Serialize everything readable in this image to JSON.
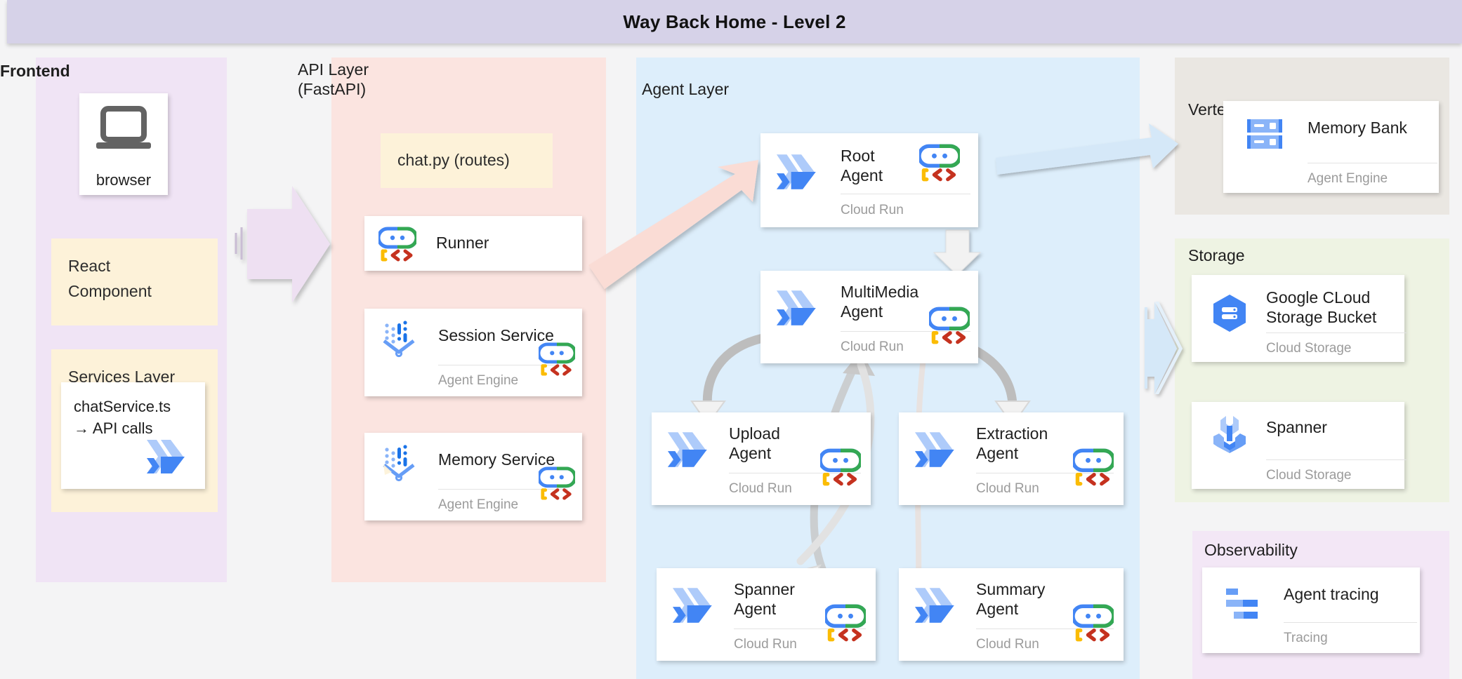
{
  "header": {
    "title": "Way Back Home - Level 2"
  },
  "zones": {
    "frontend": {
      "label": "Frontend",
      "color": "#f0e4f5"
    },
    "api": {
      "label": "API Layer\n(FastAPI)",
      "color": "#fbe4e0"
    },
    "agent": {
      "label": "Agent Layer",
      "color": "#ddeefb"
    },
    "vertex": {
      "label": "Vertex AI",
      "color": "#eae7e2"
    },
    "storage": {
      "label": "Storage",
      "color": "#eef3e3"
    },
    "observability": {
      "label": "Observability",
      "color": "#f3e7f6"
    }
  },
  "frontend": {
    "browser": {
      "label": "browser",
      "icon": "laptop-icon"
    },
    "react": {
      "label": "React\nComponent"
    },
    "services": {
      "label": "Services Layer"
    },
    "chat_service": {
      "label": "chatService.ts\n→ API calls",
      "icon": "cloud-run-icon"
    }
  },
  "api": {
    "chat_py": {
      "label": "chat.py (routes)"
    },
    "cards": [
      {
        "title": "Runner",
        "sub": "",
        "left_icon": "adk-icon",
        "right_icon": ""
      },
      {
        "title": "Session Service",
        "sub": "Agent Engine",
        "left_icon": "agent-engine-icon",
        "right_icon": "adk-icon"
      },
      {
        "title": "Memory Service",
        "sub": "Agent Engine",
        "left_icon": "agent-engine-icon",
        "right_icon": "adk-icon"
      }
    ]
  },
  "agents": [
    {
      "title": "Root\nAgent",
      "sub": "Cloud Run",
      "left_icon": "cloud-run-icon",
      "right_icon": "adk-icon"
    },
    {
      "title": "MultiMedia\nAgent",
      "sub": "Cloud Run",
      "left_icon": "cloud-run-icon",
      "right_icon": "adk-icon"
    },
    {
      "title": "Upload\nAgent",
      "sub": "Cloud Run",
      "left_icon": "cloud-run-icon",
      "right_icon": "adk-icon"
    },
    {
      "title": "Extraction\nAgent",
      "sub": "Cloud Run",
      "left_icon": "cloud-run-icon",
      "right_icon": "adk-icon"
    },
    {
      "title": "Spanner\nAgent",
      "sub": "Cloud Run",
      "left_icon": "cloud-run-icon",
      "right_icon": "adk-icon"
    },
    {
      "title": "Summary\nAgent",
      "sub": "Cloud Run",
      "left_icon": "cloud-run-icon",
      "right_icon": "adk-icon"
    }
  ],
  "vertex": {
    "memory_bank": {
      "title": "Memory Bank",
      "sub": "Agent Engine",
      "icon": "memory-bank-icon"
    }
  },
  "storage": {
    "gcs": {
      "title": "Google CLoud\nStorage Bucket",
      "sub": "Cloud Storage",
      "icon": "cloud-storage-icon"
    },
    "spanner": {
      "title": "Spanner",
      "sub": "Cloud Storage",
      "icon": "spanner-icon"
    }
  },
  "observability": {
    "tracing": {
      "title": "Agent tracing",
      "sub": "Tracing",
      "icon": "tracing-icon"
    }
  },
  "palette": {
    "title_bar": "#d6d2e8",
    "google_blue": "#4285f4",
    "google_green": "#34a853",
    "google_yellow": "#fbbc04",
    "google_red": "#c5321f",
    "cloud_run_blue": "#4285f4",
    "cloud_run_light": "#aecbfa",
    "arrow_pink": "#fadcd5",
    "arrow_lilac": "#eee0f2",
    "arrow_blue": "#d5e8f8",
    "arrow_grey": "#f0f0f0"
  }
}
